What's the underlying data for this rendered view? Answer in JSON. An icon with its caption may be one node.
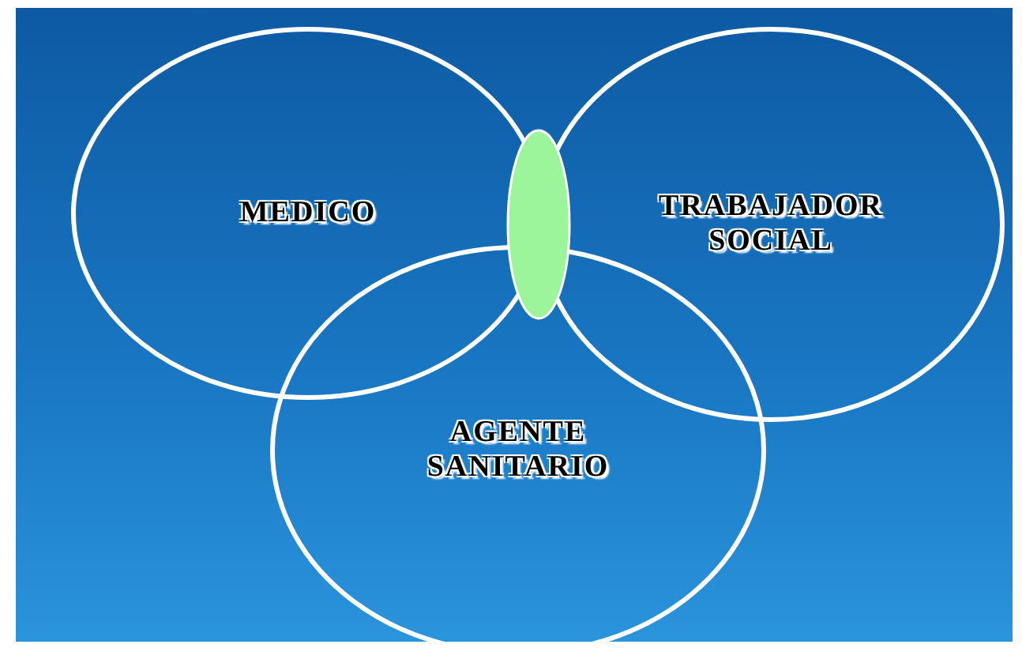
{
  "diagram": {
    "nodes": [
      {
        "text": [
          "MEDICO"
        ]
      },
      {
        "text": [
          "TRABAJADOR SOCIAL"
        ]
      },
      {
        "text": [
          "AGENTE SANITARIO"
        ]
      },
      {
        "text": [],
        "shape": "ellipse"
      }
    ]
  }
}
